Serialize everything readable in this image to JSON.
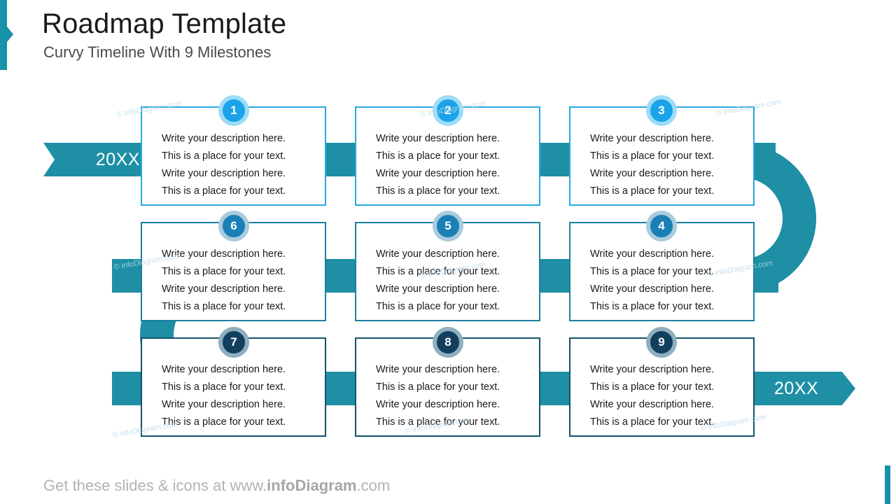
{
  "header": {
    "title": "Roadmap Template",
    "subtitle": "Curvy Timeline With 9 Milestones"
  },
  "timeline": {
    "start_label": "20XX",
    "end_label": "20XX"
  },
  "description_lines": [
    "Write your description here.",
    "This is a place for your text.",
    "Write your description here.",
    "This is a place for your text."
  ],
  "milestones": [
    {
      "number": "1",
      "row": 1,
      "col": 1
    },
    {
      "number": "2",
      "row": 1,
      "col": 2
    },
    {
      "number": "3",
      "row": 1,
      "col": 3
    },
    {
      "number": "6",
      "row": 2,
      "col": 1
    },
    {
      "number": "5",
      "row": 2,
      "col": 2
    },
    {
      "number": "4",
      "row": 2,
      "col": 3
    },
    {
      "number": "7",
      "row": 3,
      "col": 1
    },
    {
      "number": "8",
      "row": 3,
      "col": 2
    },
    {
      "number": "9",
      "row": 3,
      "col": 3
    }
  ],
  "watermark": "© infoDiagram.com",
  "footer": {
    "prefix": "Get these slides & icons at www.",
    "brand": "infoDiagram",
    "suffix": ".com"
  },
  "colors": {
    "teal": "#1792a8",
    "ribbon": "#1e8fa5",
    "row1_border": "#28a8e0",
    "row2_border": "#1b7fa0",
    "row3_border": "#14536b",
    "row1_circle": "#1aa3e8",
    "row2_circle": "#1a7fb5",
    "row3_circle": "#123f5e"
  }
}
